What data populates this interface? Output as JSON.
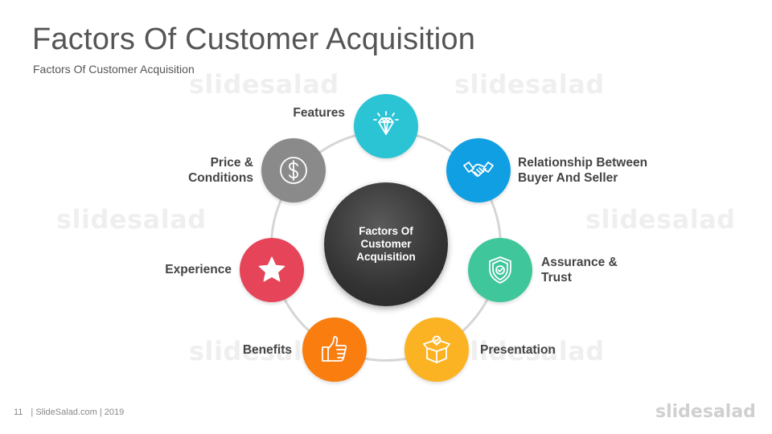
{
  "slide": {
    "title": "Factors Of Customer Acquisition",
    "subtitle": "Factors Of Customer Acquisition",
    "page_number": "11",
    "footer_text": "| SlideSalad.com | 2019",
    "brand": "slidesalad",
    "watermark": "slidesalad"
  },
  "diagram": {
    "center": "Factors Of\nCustomer\nAcquisition",
    "nodes": [
      {
        "label": "Features",
        "icon": "diamond-icon",
        "color": "#2bc4d4"
      },
      {
        "label": "Relationship Between\nBuyer And Seller",
        "icon": "handshake-icon",
        "color": "#119fe3"
      },
      {
        "label": "Assurance &\nTrust",
        "icon": "shield-check-icon",
        "color": "#3fc69b"
      },
      {
        "label": "Presentation",
        "icon": "open-box-icon",
        "color": "#fbb323"
      },
      {
        "label": "Benefits",
        "icon": "thumbs-up-icon",
        "color": "#f97d0f"
      },
      {
        "label": "Experience",
        "icon": "star-icon",
        "color": "#e64458"
      },
      {
        "label": "Price &\nConditions",
        "icon": "dollar-icon",
        "color": "#8a8a8a"
      }
    ]
  }
}
